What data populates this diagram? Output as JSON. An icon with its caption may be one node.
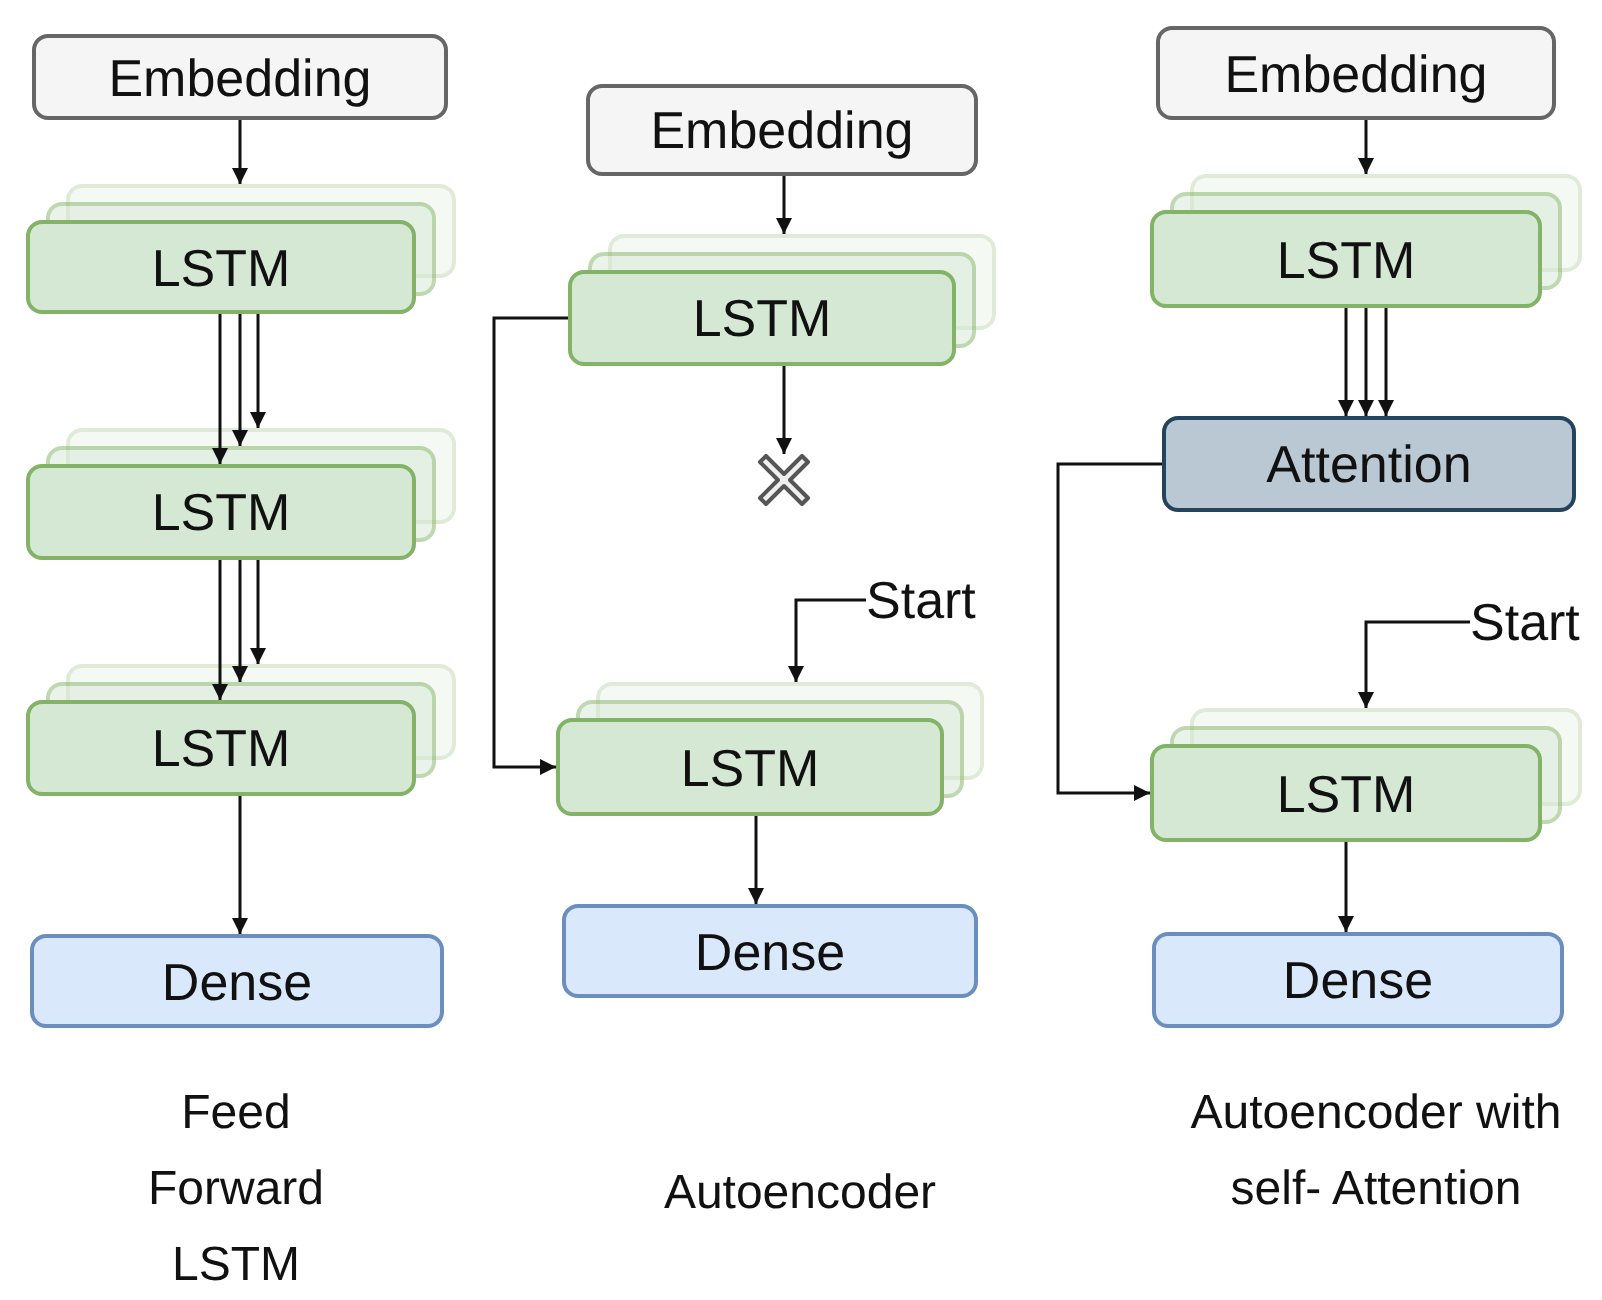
{
  "diagram": {
    "nodes": [
      {
        "text": [
          "Embedding"
        ]
      },
      {
        "text": [
          "LSTM"
        ]
      },
      {
        "text": [
          "LSTM"
        ]
      },
      {
        "text": [
          "LSTM"
        ]
      },
      {
        "text": [
          "Dense"
        ]
      },
      {
        "text": [
          "Embedding"
        ]
      },
      {
        "text": [
          "LSTM"
        ]
      },
      {
        "text": [],
        "shape": "cross"
      },
      {
        "text": [
          "Start"
        ]
      },
      {
        "text": [
          "LSTM"
        ]
      },
      {
        "text": [
          "Dense"
        ]
      },
      {
        "text": [
          "Embedding"
        ]
      },
      {
        "text": [
          "LSTM"
        ]
      },
      {
        "text": [
          "Attention"
        ]
      },
      {
        "text": [
          "Start"
        ]
      },
      {
        "text": [
          "LSTM"
        ]
      },
      {
        "text": [
          "Dense"
        ]
      }
    ],
    "edges": [
      {
        "from": 0,
        "to": 1,
        "arrow": "to"
      },
      {
        "from": 1,
        "to": 2,
        "arrow": "to"
      },
      {
        "from": 1,
        "to": 2,
        "arrow": "to"
      },
      {
        "from": 1,
        "to": 2,
        "arrow": "to"
      },
      {
        "from": 2,
        "to": 3,
        "arrow": "to"
      },
      {
        "from": 2,
        "to": 3,
        "arrow": "to"
      },
      {
        "from": 2,
        "to": 3,
        "arrow": "to"
      },
      {
        "from": 3,
        "to": 4,
        "arrow": "to"
      },
      {
        "from": 5,
        "to": 6,
        "arrow": "to"
      },
      {
        "from": 6,
        "to": 7,
        "arrow": "to"
      },
      {
        "from": 6,
        "to": 9,
        "arrow": "to"
      },
      {
        "from": 8,
        "to": 9,
        "arrow": "to"
      },
      {
        "from": 9,
        "to": 10,
        "arrow": "to"
      },
      {
        "from": 11,
        "to": 12,
        "arrow": "to"
      },
      {
        "from": 12,
        "to": 13,
        "arrow": "to"
      },
      {
        "from": 12,
        "to": 13,
        "arrow": "to"
      },
      {
        "from": 12,
        "to": 13,
        "arrow": "to"
      },
      {
        "from": 13,
        "to": 15,
        "arrow": "to"
      },
      {
        "from": 14,
        "to": 15,
        "arrow": "to"
      },
      {
        "from": 15,
        "to": 16,
        "arrow": "to"
      }
    ],
    "labels": [
      "Feed Forward LSTM",
      "Autoencoder",
      "Autoencoder with self- Attention"
    ]
  }
}
